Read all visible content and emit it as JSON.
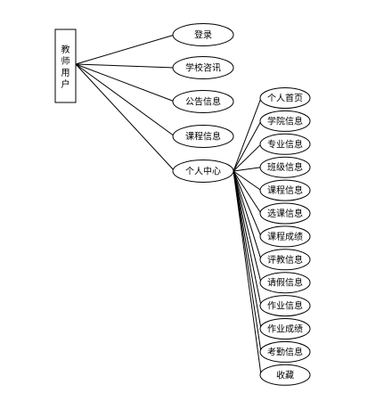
{
  "root": {
    "label": "教师用户"
  },
  "level1": [
    {
      "label": "登录"
    },
    {
      "label": "学校咨讯"
    },
    {
      "label": "公告信息"
    },
    {
      "label": "课程信息"
    },
    {
      "label": "个人中心"
    }
  ],
  "level2": [
    {
      "label": "个人首页"
    },
    {
      "label": "学院信息"
    },
    {
      "label": "专业信息"
    },
    {
      "label": "班级信息"
    },
    {
      "label": "课程信息"
    },
    {
      "label": "选课信息"
    },
    {
      "label": "课程成绩"
    },
    {
      "label": "评教信息"
    },
    {
      "label": "请假信息"
    },
    {
      "label": "作业信息"
    },
    {
      "label": "作业成绩"
    },
    {
      "label": "考勤信息"
    },
    {
      "label": "收藏"
    }
  ],
  "colors": {
    "stroke": "#000000",
    "fill": "#ffffff",
    "background": "#ffffff"
  }
}
